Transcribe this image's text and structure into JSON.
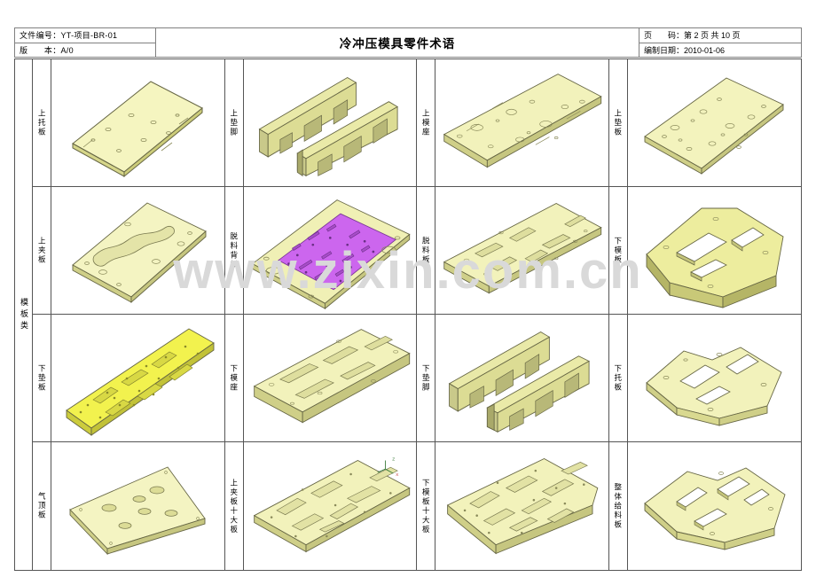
{
  "header": {
    "doc_number": "文件编号：YT-项目-BR-01",
    "version": "版　　本：A/0",
    "title": "冷冲压模具零件术语",
    "page": "页　　码：第 2 页  共 10 页",
    "date": "编制日期：2010-01-06"
  },
  "watermark": "www.zixin.com.cn",
  "category": {
    "label": "模板类"
  },
  "rows": [
    {
      "cells": [
        {
          "label": "上托板",
          "part": "flat-plate-holes"
        },
        {
          "label": "上垫脚",
          "part": "two-spacer-legs"
        },
        {
          "label": "上模座",
          "part": "long-base-plate"
        },
        {
          "label": "上垫板",
          "part": "backing-plate"
        }
      ]
    },
    {
      "cells": [
        {
          "label": "上夹板",
          "part": "punch-holder-plate"
        },
        {
          "label": "脱料背板",
          "part": "stripper-backing-plate-purple"
        },
        {
          "label": "脱料板",
          "part": "stripper-plate"
        },
        {
          "label": "下模板",
          "part": "lower-die-frame"
        }
      ]
    },
    {
      "cells": [
        {
          "label": "下垫板",
          "part": "lower-backing-plate"
        },
        {
          "label": "下模座",
          "part": "lower-die-base"
        },
        {
          "label": "下垫脚",
          "part": "two-lower-spacer-legs"
        },
        {
          "label": "下托板",
          "part": "lower-support-plate"
        }
      ]
    },
    {
      "cells": [
        {
          "label": "气顶板",
          "part": "air-cushion-plate"
        },
        {
          "label": "上夹板十大板",
          "part": "upper-holder-big-plate"
        },
        {
          "label": "下模板十大板",
          "part": "lower-die-big-plate"
        },
        {
          "label": "整体给料板",
          "part": "whole-feeding-plate"
        }
      ]
    }
  ],
  "colors": {
    "part_fill_light": "#f2f2b0",
    "part_fill_mid": "#e8e87a",
    "part_fill_dark": "#b3b34d",
    "part_purple": "#cc66ee",
    "outline": "#555533",
    "watermark": "#d9d9d9",
    "border": "#555555"
  }
}
